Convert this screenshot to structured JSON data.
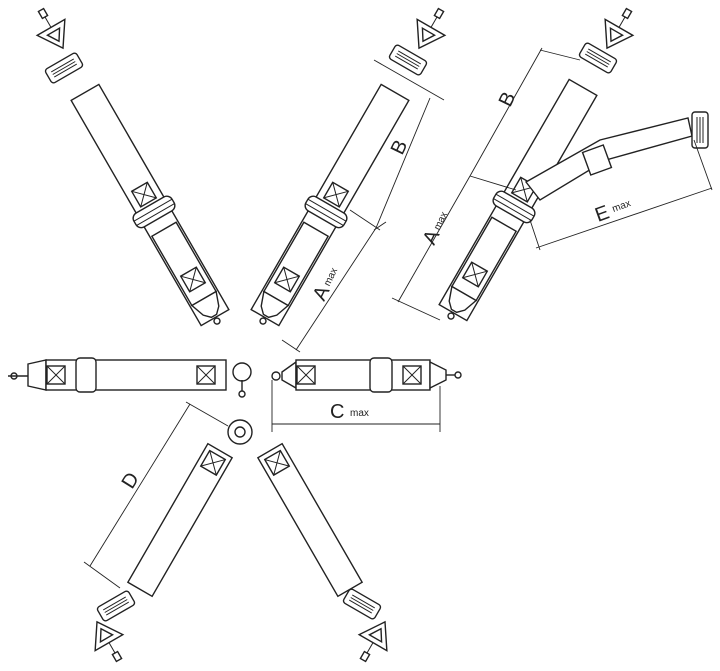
{
  "dimensions": {
    "a_left": {
      "letter": "A",
      "sub": "max"
    },
    "b_left": {
      "letter": "B"
    },
    "a_right": {
      "letter": "A",
      "sub": "max"
    },
    "b_right": {
      "letter": "B"
    },
    "e": {
      "letter": "E",
      "sub": "max"
    },
    "c": {
      "letter": "C",
      "sub": "max"
    },
    "d": {
      "letter": "D"
    }
  },
  "colors": {
    "ink": "#222222",
    "paper": "#ffffff"
  }
}
